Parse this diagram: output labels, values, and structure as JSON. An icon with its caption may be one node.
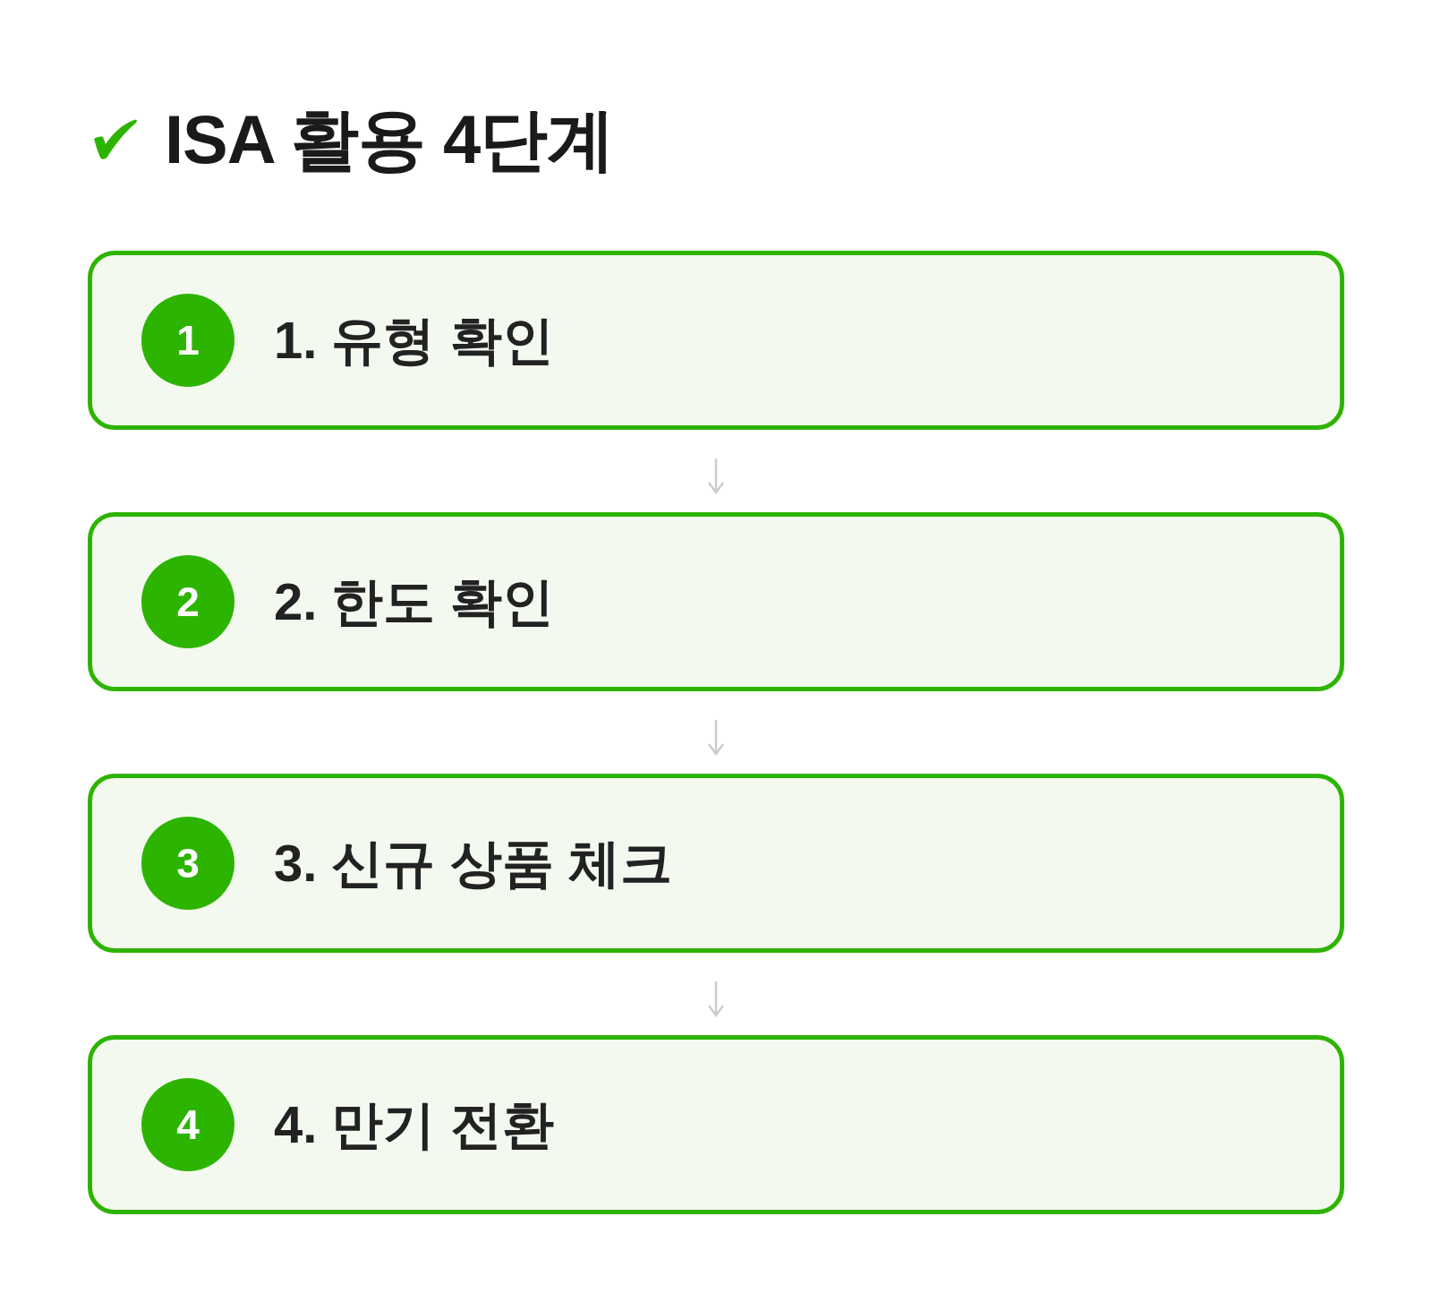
{
  "diagram": {
    "title": "ISA 활용 4단계",
    "nodes": [
      {
        "text": [
          "1. 유형 확인"
        ]
      },
      {
        "text": [
          "1"
        ],
        "in": 0
      },
      {
        "text": [
          "2. 한도 확인"
        ]
      },
      {
        "text": [
          "2"
        ],
        "in": 2
      },
      {
        "text": [
          "3. 신규 상품 체크"
        ]
      },
      {
        "text": [
          "3"
        ],
        "in": 4
      },
      {
        "text": [
          "4. 만기 전환"
        ]
      },
      {
        "text": [
          "4"
        ],
        "in": 6
      }
    ],
    "edges": [
      {
        "from": 0,
        "to": 2,
        "arrow": "to"
      },
      {
        "from": 2,
        "to": 4,
        "arrow": "to"
      },
      {
        "from": 4,
        "to": 6,
        "arrow": "to"
      }
    ]
  }
}
